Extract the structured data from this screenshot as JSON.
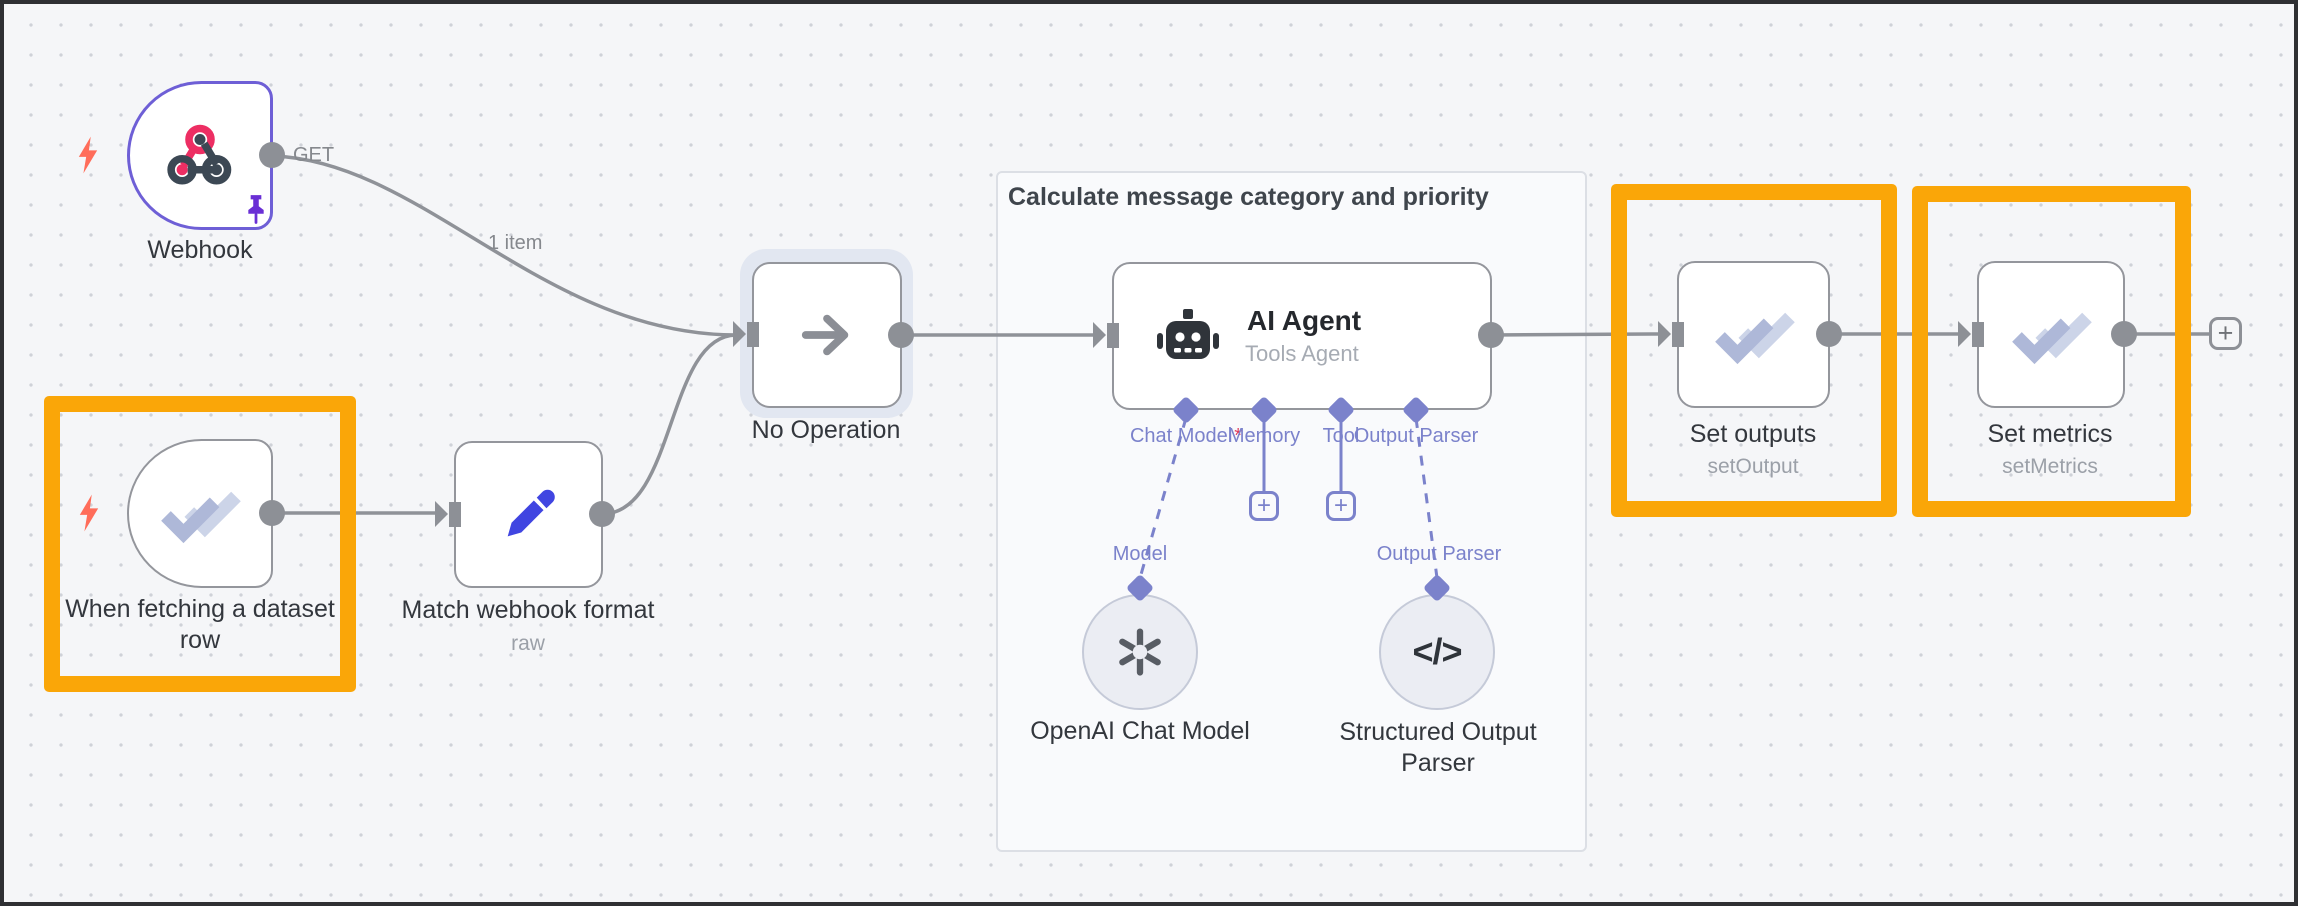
{
  "workflow": {
    "webhook": {
      "title": "Webhook",
      "method_label": "GET",
      "connection_items": "1 item"
    },
    "dataset_trigger": {
      "title": "When fetching a dataset row"
    },
    "match_format": {
      "title": "Match webhook format",
      "subtitle": "raw"
    },
    "no_operation": {
      "title": "No Operation"
    },
    "group": {
      "title": "Calculate message category and priority"
    },
    "ai_agent": {
      "title": "AI Agent",
      "subtitle": "Tools Agent",
      "ports": {
        "chat_model": "Chat Model",
        "chat_model_required": "*",
        "memory": "Memory",
        "tool": "Tool",
        "output_parser": "Output Parser"
      }
    },
    "openai_model": {
      "port_label": "Model",
      "title": "OpenAI Chat Model"
    },
    "structured_parser": {
      "port_label": "Output Parser",
      "title": "Structured Output Parser"
    },
    "set_outputs": {
      "title": "Set outputs",
      "subtitle": "setOutput"
    },
    "set_metrics": {
      "title": "Set metrics",
      "subtitle": "setMetrics"
    },
    "add_node_button": "+",
    "icons": {
      "code": "</>"
    },
    "colors": {
      "highlight_orange": "#FAA608",
      "selected_purple": "#6E5FD6",
      "port_indigo": "#7B82CB",
      "trigger_bolt_red": "#FF6D5A",
      "edit_icon_blue": "#4045E1",
      "webhook_pink": "#ED2E63",
      "webhook_dark": "#3C4854",
      "wire_gray": "#8F9298"
    }
  }
}
